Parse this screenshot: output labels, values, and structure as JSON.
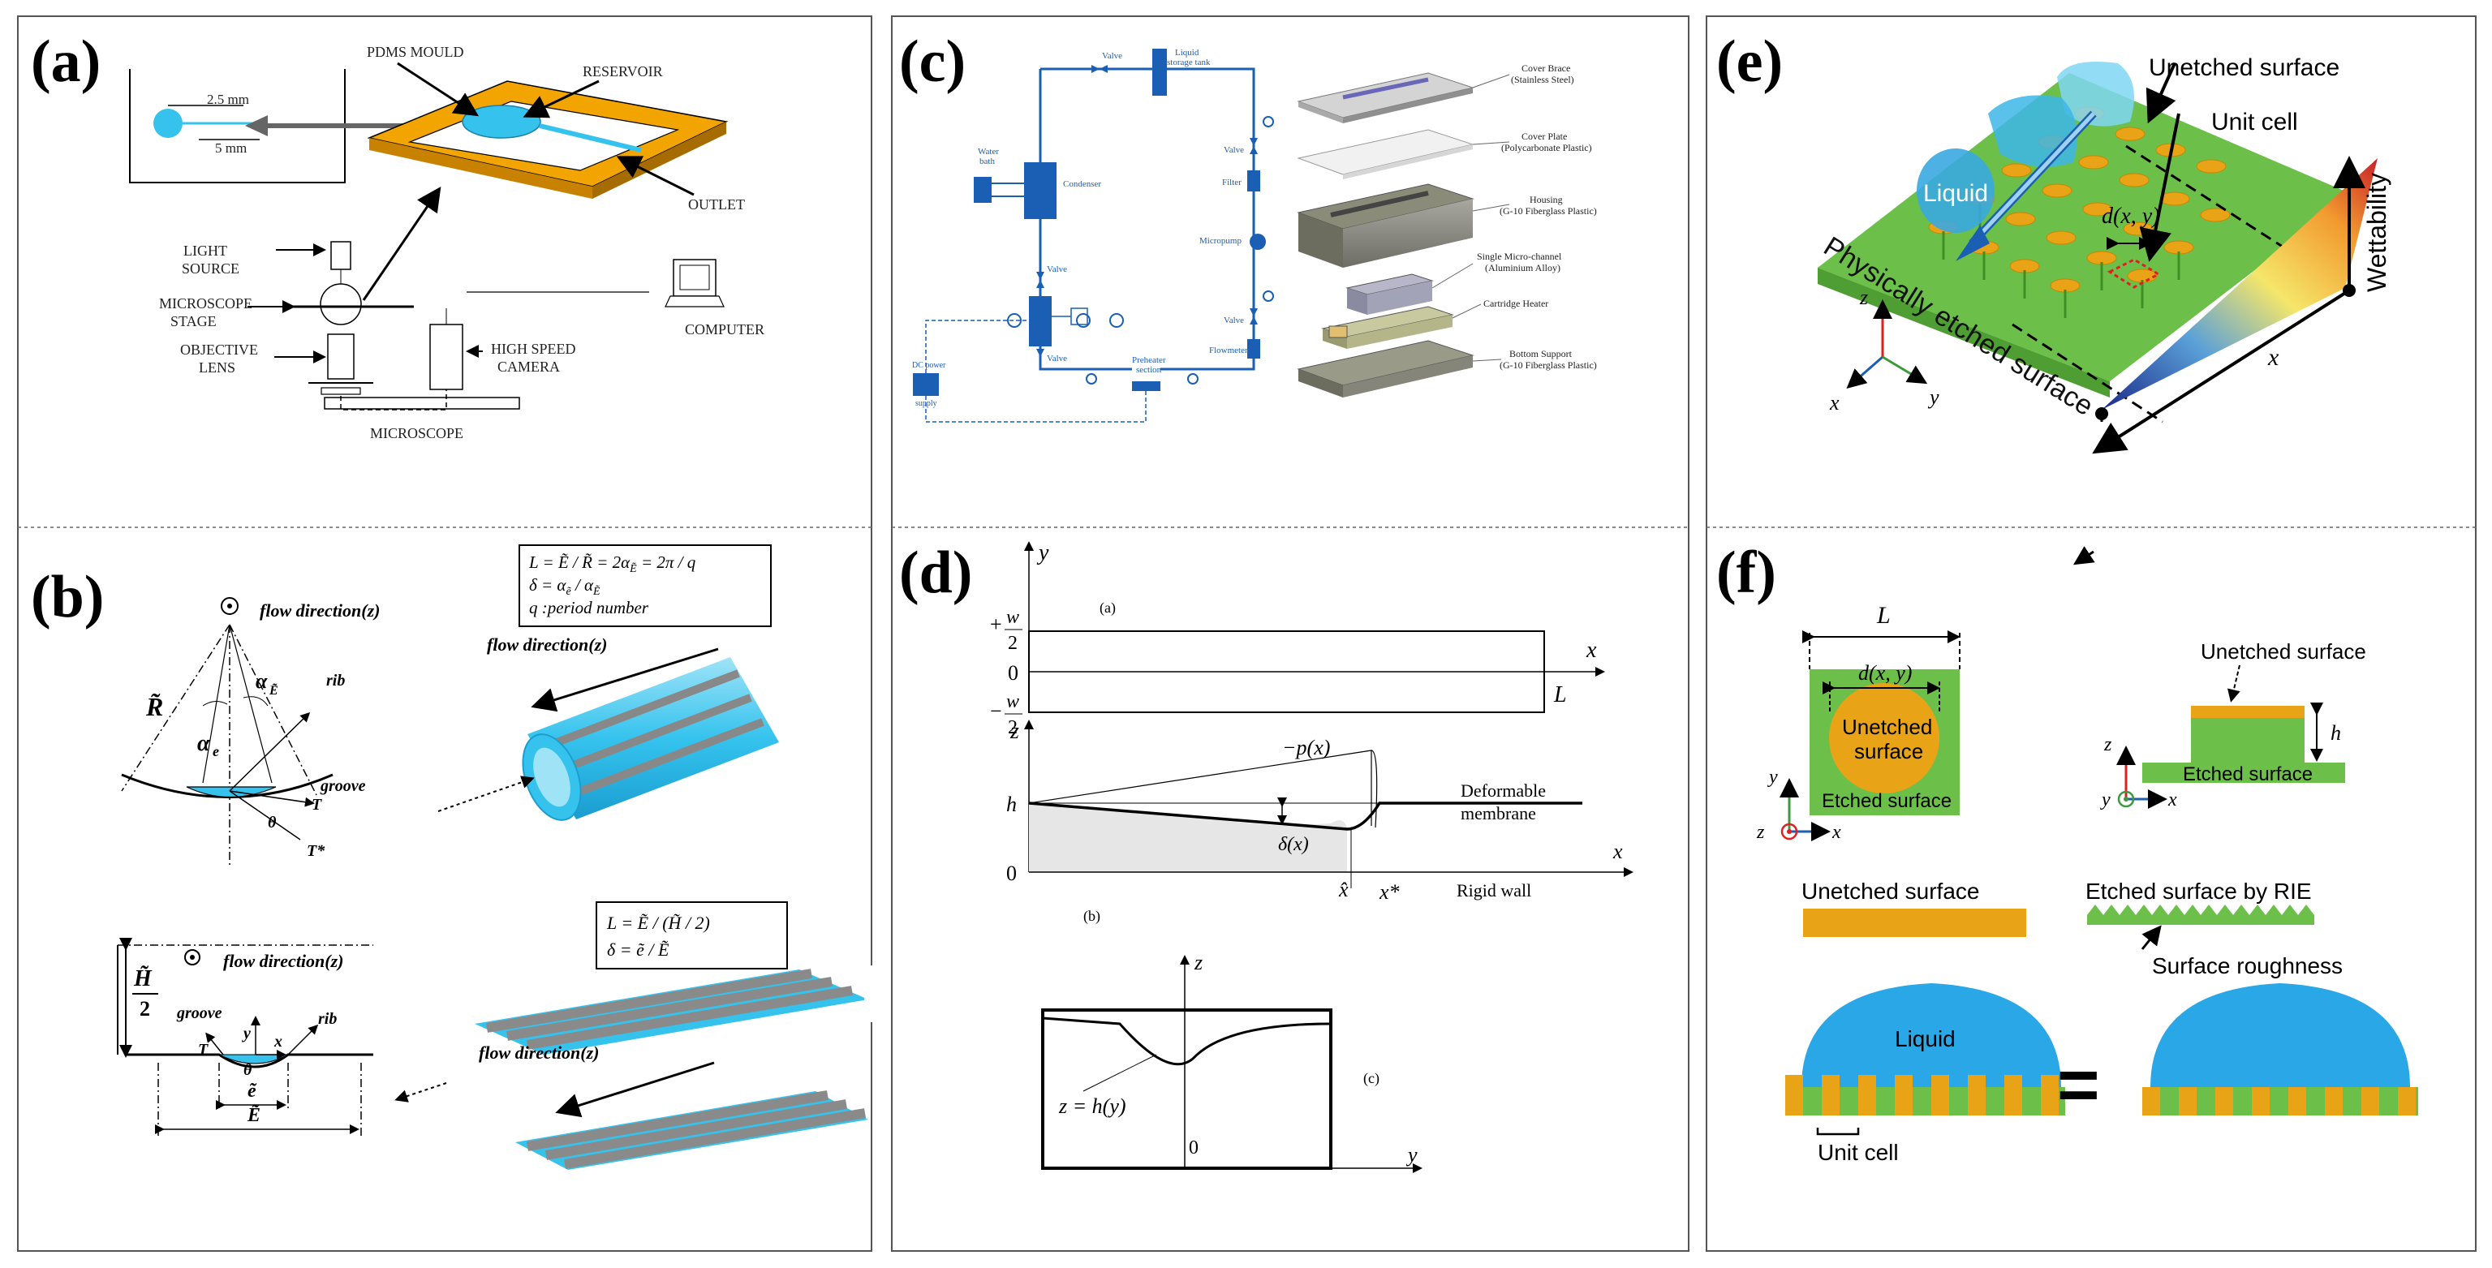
{
  "panels": {
    "a": {
      "letter": "(a)",
      "pdms": "PDMS MOULD",
      "reservoir": "RESERVOIR",
      "outlet": "OUTLET",
      "dim1": "2.5 mm",
      "dim2": "5 mm",
      "light1": "LIGHT",
      "light2": "SOURCE",
      "stage1": "MICROSCOPE",
      "stage2": "STAGE",
      "obj1": "OBJECTIVE",
      "obj2": "LENS",
      "microscope": "MICROSCOPE",
      "computer": "COMPUTER",
      "cam1": "HIGH SPEED",
      "cam2": "CAMERA"
    },
    "b": {
      "letter": "(b)",
      "flow_top": "flow direction(z)",
      "flow_right": "flow direction(z)",
      "flow_bottom_left": "flow direction(z)",
      "flow_bottom_right": "flow direction(z)",
      "eq1_l1": "L = Ẽ / R̃ = 2α",
      "eq1_l1b": "Ẽ",
      "eq1_l1c": " = 2π / q",
      "eq1_l2": "δ = α",
      "eq1_l2b": "ẽ",
      "eq1_l2c": " / α",
      "eq1_l2d": "Ẽ",
      "eq1_l3": "q :period number",
      "eq2_l1": "L = Ẽ / (H̃ / 2)",
      "eq2_l2": "δ = ẽ / Ẽ",
      "r_tilde": "R̃",
      "alpha_e": "α",
      "alpha_e_sub": "e",
      "alpha_E": "α",
      "alpha_E_sub": "Ẽ",
      "rib": "rib",
      "groove": "groove",
      "theta": "θ",
      "T": "T",
      "T_star": "T*",
      "H_tilde": "H̃",
      "two": "2",
      "groove2": "groove",
      "rib2": "rib",
      "y": "y",
      "x": "x",
      "T2": "T",
      "theta2": "θ",
      "e_tilde": "ẽ",
      "E_tilde": "Ẽ"
    },
    "c": {
      "letter": "(c)",
      "valve": "Valve",
      "liquid_tank1": "Liquid",
      "liquid_tank2": "storage tank",
      "water_bath1": "Water",
      "water_bath2": "bath",
      "condenser": "Condenser",
      "filter": "Filter",
      "micropump": "Micropump",
      "flowmeter": "Flowmeter",
      "preheater1": "Preheater",
      "preheater2": "section",
      "dc_power1": "DC power",
      "dc_power2": "supply",
      "cover_brace1": "Cover Brace",
      "cover_brace2": "(Stainless Steel)",
      "cover_plate1": "Cover Plate",
      "cover_plate2": "(Polycarbonate Plastic)",
      "housing1": "Housing",
      "housing2": "(G-10 Fiberglass Plastic)",
      "single1": "Single Micro-channel",
      "single2": "(Aluminium Alloy)",
      "heater": "Cartridge Heater",
      "bottom1": "Bottom Support",
      "bottom2": "(G-10 Fiberglass Plastic)"
    },
    "d": {
      "letter": "(d)",
      "y": "y",
      "a": "(a)",
      "plus_w": "+",
      "w": "w",
      "two": "2",
      "zero": "0",
      "minus_w": "−",
      "x": "x",
      "L": "L",
      "z": "z",
      "p": "−p(x)",
      "h": "h",
      "deform1": "Deformable",
      "deform2": "membrane",
      "delta": "δ(x)",
      "zero2": "0",
      "x_hat": "x̂",
      "x_star": "x*",
      "rigid": "Rigid wall",
      "x2": "x",
      "b": "(b)",
      "z3": "z",
      "zhy": "z = h(y)",
      "c": "(c)",
      "zero3": "0",
      "y3": "y"
    },
    "e": {
      "letter": "(e)",
      "unetched": "Unetched surface",
      "unit": "Unit cell",
      "liquid": "Liquid",
      "dxy": "d(x, y)",
      "wett": "Wettability",
      "phys": "Physically etched surface",
      "z": "z",
      "x": "x",
      "y": "y",
      "xaxis": "x"
    },
    "f": {
      "letter": "(f)",
      "L": "L",
      "dxy": "d(x, y)",
      "unetched1": "Unetched",
      "unetched2": "surface",
      "etched": "Etched surface",
      "y": "y",
      "z": "z",
      "x": "x",
      "unetched_right": "Unetched surface",
      "h": "h",
      "etched_right": "Etched surface",
      "z2": "z",
      "y2": "y",
      "x2": "x",
      "legend_unetched": "Unetched surface",
      "legend_etched": "Etched surface by RIE",
      "roughness": "Surface roughness",
      "liquid": "Liquid",
      "unit_cell": "Unit cell",
      "equals": "="
    }
  },
  "colors": {
    "cyan": "#35c3ee",
    "gray_rib": "#8a8a8a",
    "orange": "#f5b400",
    "green": "#6cc04a",
    "blue_drop": "#2aa7e6",
    "line_blue": "#1a5fb4",
    "gold": "#e8a317"
  }
}
